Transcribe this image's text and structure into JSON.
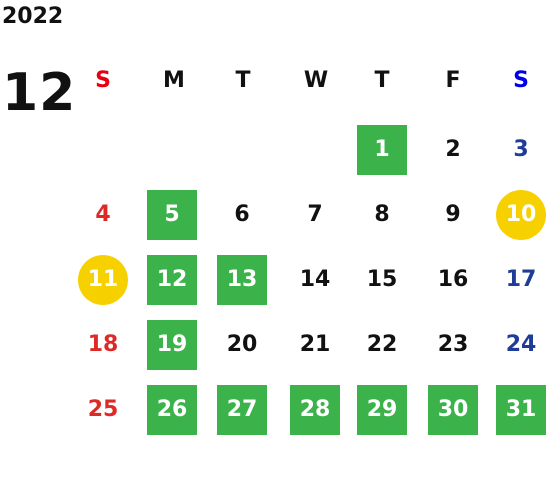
{
  "calendar": {
    "year": "2022",
    "month": "12",
    "weekdays": [
      "S",
      "M",
      "T",
      "W",
      "T",
      "F",
      "S"
    ],
    "weeks": [
      [
        null,
        null,
        null,
        null,
        {
          "day": "1",
          "mark": "green"
        },
        {
          "day": "2"
        },
        {
          "day": "3"
        }
      ],
      [
        {
          "day": "4"
        },
        {
          "day": "5",
          "mark": "green"
        },
        {
          "day": "6"
        },
        {
          "day": "7"
        },
        {
          "day": "8"
        },
        {
          "day": "9"
        },
        {
          "day": "10",
          "mark": "yellow"
        }
      ],
      [
        {
          "day": "11",
          "mark": "yellow"
        },
        {
          "day": "12",
          "mark": "green"
        },
        {
          "day": "13",
          "mark": "green"
        },
        {
          "day": "14"
        },
        {
          "day": "15"
        },
        {
          "day": "16"
        },
        {
          "day": "17"
        }
      ],
      [
        {
          "day": "18"
        },
        {
          "day": "19",
          "mark": "green"
        },
        {
          "day": "20"
        },
        {
          "day": "21"
        },
        {
          "day": "22"
        },
        {
          "day": "23"
        },
        {
          "day": "24"
        }
      ],
      [
        {
          "day": "25"
        },
        {
          "day": "26",
          "mark": "green"
        },
        {
          "day": "27",
          "mark": "green"
        },
        {
          "day": "28",
          "mark": "green"
        },
        {
          "day": "29",
          "mark": "green"
        },
        {
          "day": "30",
          "mark": "green"
        },
        {
          "day": "31",
          "mark": "green"
        }
      ]
    ]
  },
  "colors": {
    "green_mark": "#3bb34a",
    "yellow_mark": "#f7d000",
    "sunday_text": "#dd2a26",
    "saturday_text": "#1f3c96",
    "sunday_header": "#e60012",
    "saturday_header": "#0000e6",
    "default_text": "#111111"
  }
}
